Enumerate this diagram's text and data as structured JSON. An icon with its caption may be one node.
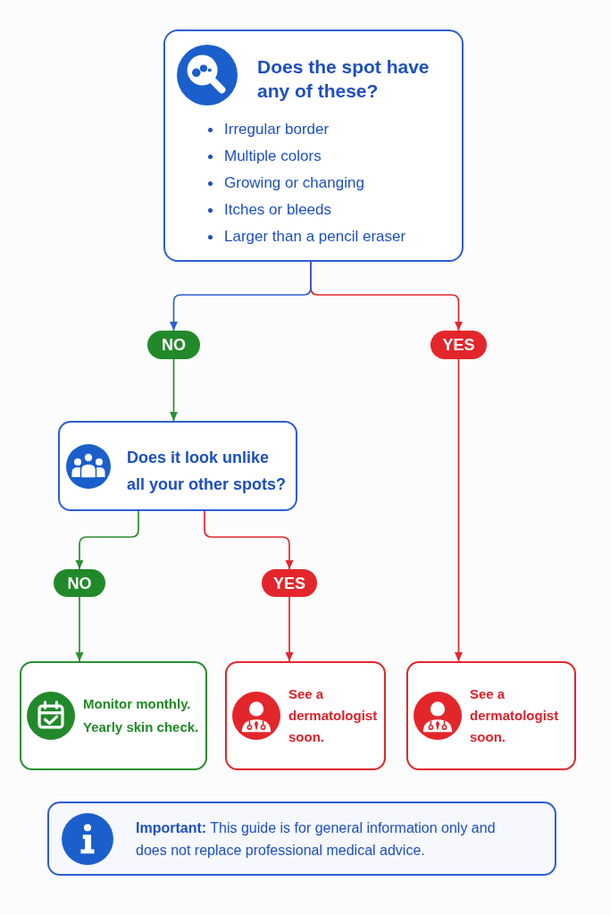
{
  "diagram": {
    "nodes": [
      {
        "text": [
          "Does the spot have any of these?",
          "Irregular border",
          "Multiple colors",
          "Growing or changing",
          "Itches or bleeds",
          "Larger than a pencil eraser"
        ]
      },
      {
        "text": [
          "NO"
        ]
      },
      {
        "text": [
          "YES"
        ]
      },
      {
        "text": [
          "Does it look unlike all your other spots?"
        ]
      },
      {
        "text": [
          "NO"
        ]
      },
      {
        "text": [
          "YES"
        ]
      },
      {
        "text": [
          "Monitor monthly. Yearly skin check."
        ]
      },
      {
        "text": [
          "See a dermatologist soon."
        ]
      },
      {
        "text": [
          "See a dermatologist soon."
        ]
      },
      {
        "text": [
          "**Important:** This guide is for general information only and does not replace professional medical advice."
        ]
      }
    ],
    "edges": [
      {
        "from": 0,
        "to": 1,
        "arrow": "to",
        "color": "#2d5fd3"
      },
      {
        "from": 0,
        "to": 2,
        "arrow": "to"
      },
      {
        "from": 1,
        "to": 3,
        "arrow": "to",
        "color": "#2a8f2e"
      },
      {
        "from": 2,
        "to": 8,
        "arrow": "to"
      },
      {
        "from": 3,
        "to": 4,
        "arrow": "to",
        "color": "#2a8f2e"
      },
      {
        "from": 3,
        "to": 5,
        "arrow": "to"
      },
      {
        "from": 4,
        "to": 6,
        "arrow": "to",
        "color": "#2a8f2e"
      },
      {
        "from": 5,
        "to": 7,
        "arrow": "to"
      }
    ]
  }
}
